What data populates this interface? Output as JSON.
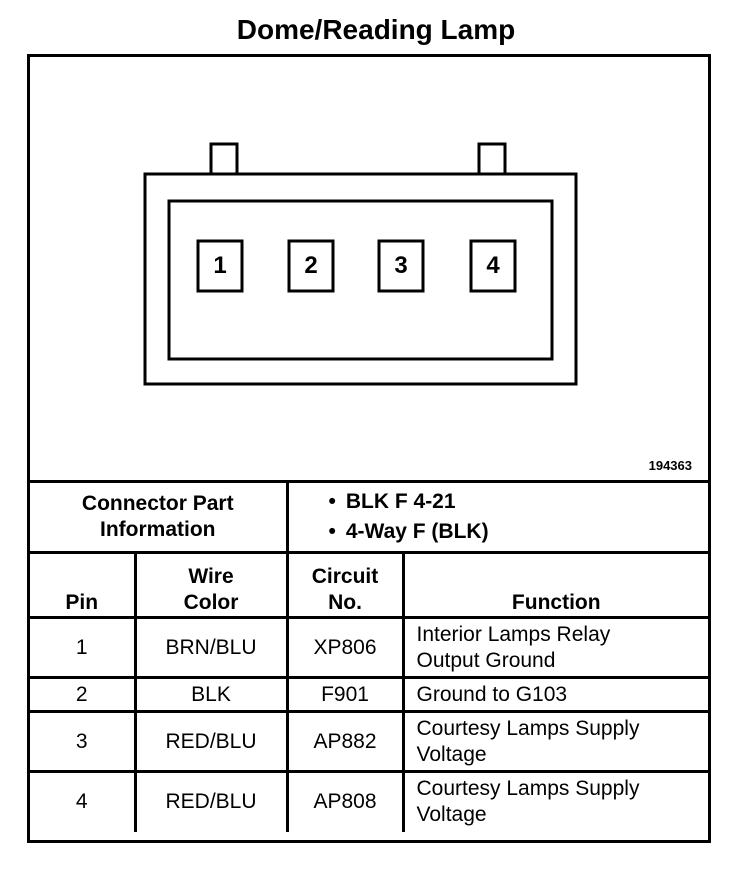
{
  "title": "Dome/Reading Lamp",
  "figure_number": "194363",
  "connector_pins": [
    "1",
    "2",
    "3",
    "4"
  ],
  "connector_info": {
    "label_line1": "Connector Part",
    "label_line2": "Information",
    "items": [
      "BLK F 4-21",
      "4-Way F (BLK)"
    ]
  },
  "table": {
    "headers": {
      "pin": "Pin",
      "wire_color_1": "Wire",
      "wire_color_2": "Color",
      "circuit_1": "Circuit",
      "circuit_2": "No.",
      "function": "Function"
    },
    "rows": [
      {
        "pin": "1",
        "wire": "BRN/BLU",
        "circuit": "XP806",
        "function_1": "Interior Lamps Relay",
        "function_2": "Output Ground"
      },
      {
        "pin": "2",
        "wire": "BLK",
        "circuit": "F901",
        "function_1": "Ground to G103",
        "function_2": ""
      },
      {
        "pin": "3",
        "wire": "RED/BLU",
        "circuit": "AP882",
        "function_1": "Courtesy Lamps Supply",
        "function_2": "Voltage"
      },
      {
        "pin": "4",
        "wire": "RED/BLU",
        "circuit": "AP808",
        "function_1": "Courtesy Lamps Supply",
        "function_2": "Voltage"
      }
    ]
  }
}
